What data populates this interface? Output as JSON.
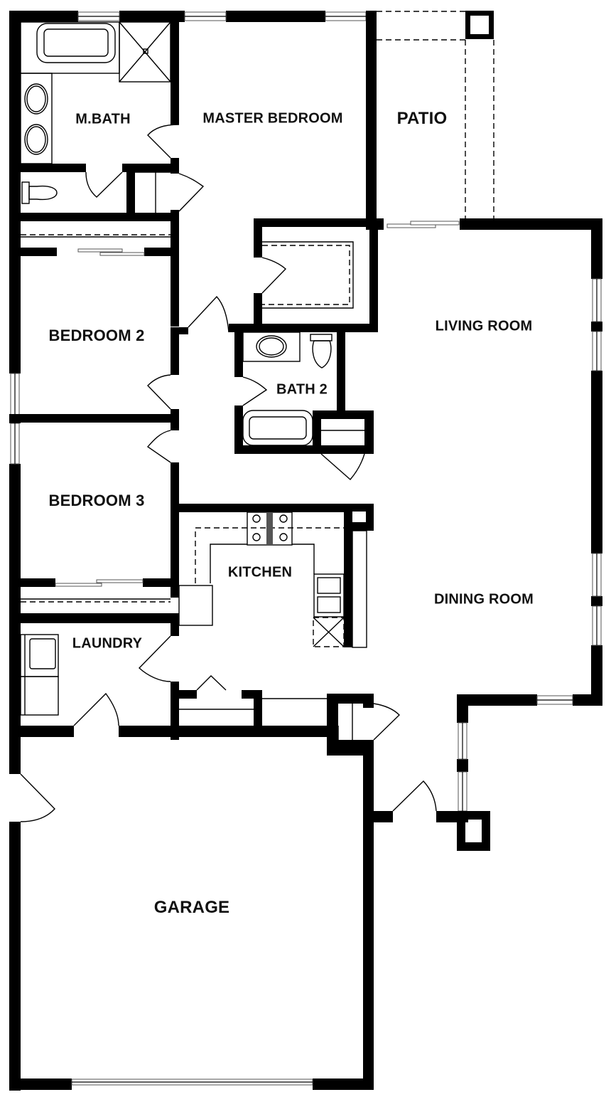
{
  "plan": {
    "rooms": {
      "master_bath": "M.BATH",
      "master_bedroom": "MASTER BEDROOM",
      "patio": "PATIO",
      "living_room": "LIVING ROOM",
      "bedroom_2": "BEDROOM 2",
      "bath_2": "BATH 2",
      "bedroom_3": "BEDROOM 3",
      "kitchen": "KITCHEN",
      "dining_room": "DINING ROOM",
      "laundry": "LAUNDRY",
      "garage": "GARAGE"
    },
    "colors": {
      "wall": "#000000",
      "background": "#ffffff",
      "window_line": "#555555"
    }
  }
}
